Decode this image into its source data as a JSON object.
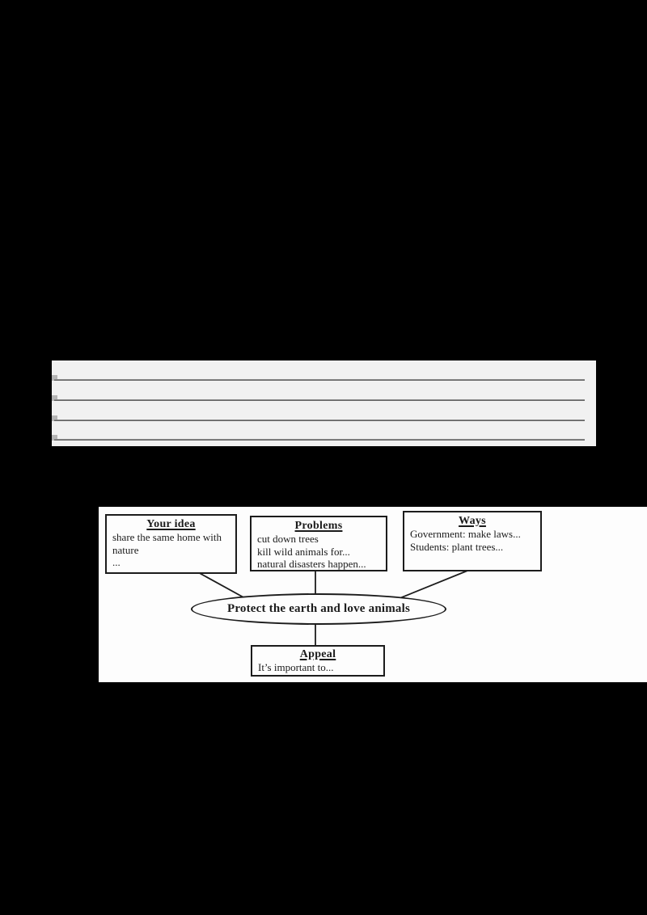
{
  "answer_section": {
    "row_count": 4,
    "background": "#f1f1f1",
    "line_color_top": "#9e9e9e",
    "line_color_bottom": "#4f4f4f",
    "marker_color": "#b5b5b5"
  },
  "diagram": {
    "background": "#fdfdfd",
    "ink_color": "#1b1b1b",
    "center_label": "Protect the earth and love animals",
    "boxes": {
      "your_idea": {
        "title": "Your idea",
        "lines": [
          "share the same home with",
          "nature",
          "..."
        ]
      },
      "problems": {
        "title": "Problems",
        "lines": [
          "cut down trees",
          "kill wild animals for...",
          "natural disasters happen..."
        ]
      },
      "ways": {
        "title": "Ways",
        "lines": [
          "Government: make laws...",
          "Students: plant trees..."
        ]
      },
      "appeal": {
        "title": "Appeal",
        "lines": [
          "It’s important to..."
        ]
      }
    }
  }
}
